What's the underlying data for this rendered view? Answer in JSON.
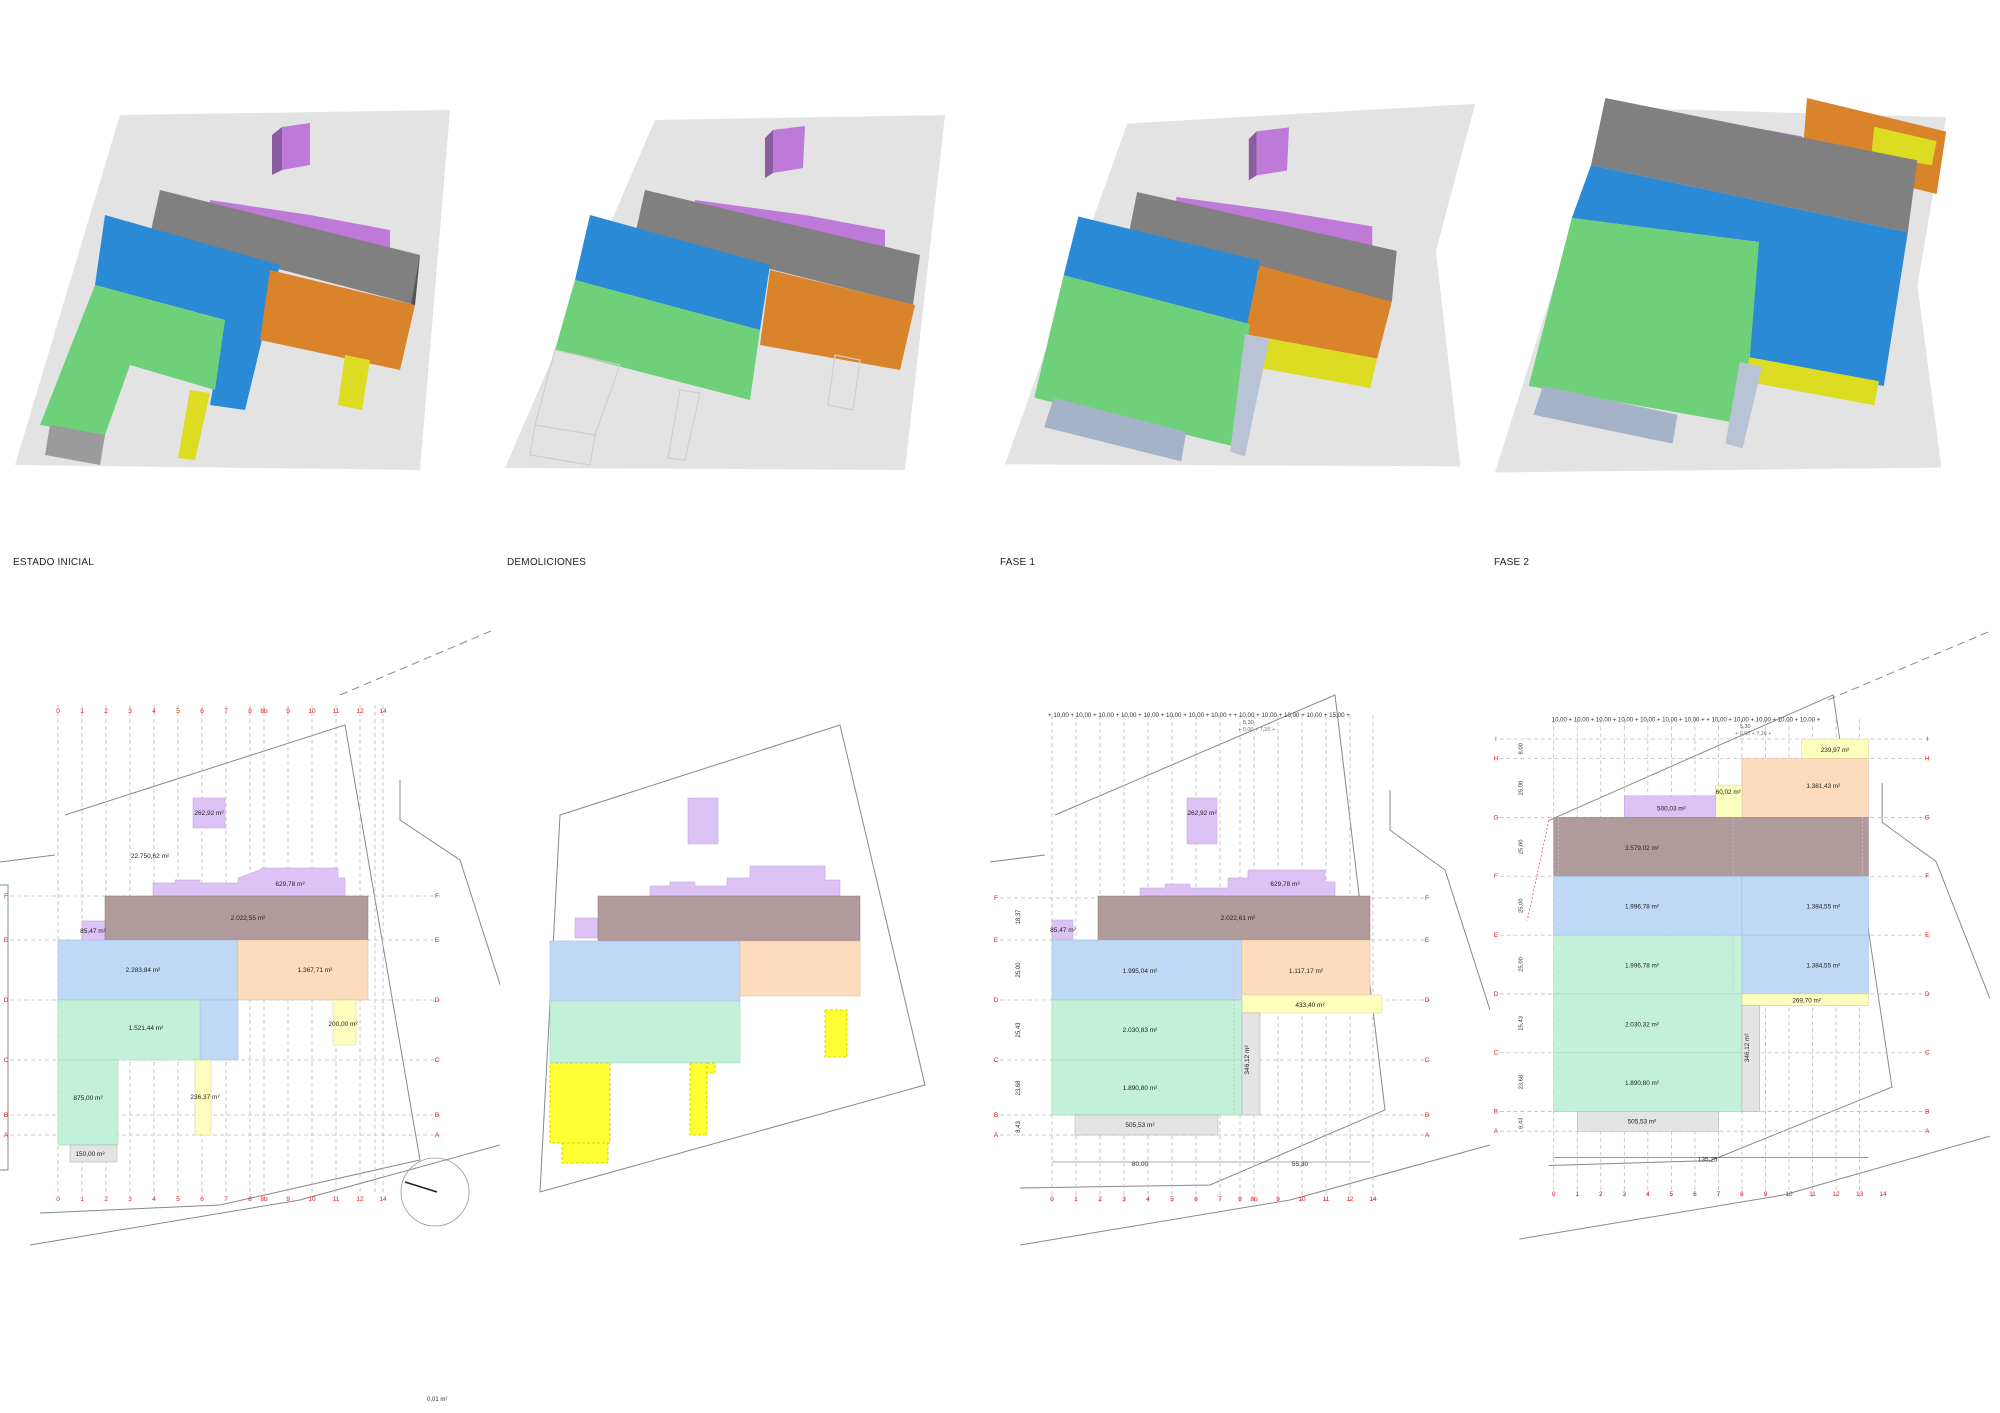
{
  "phases": [
    {
      "label": "ESTADO INICIAL"
    },
    {
      "label": "DEMOLICIONES"
    },
    {
      "label": "FASE 1"
    },
    {
      "label": "FASE 2"
    }
  ],
  "colors": {
    "ground": "#e3e3e3",
    "grey_block": "#808080",
    "blue_block": "#2b8ad6",
    "green_block": "#6fd07a",
    "orange_block": "#d9832a",
    "yellow_block": "#dcdc22",
    "purple_block": "#bd7ad8",
    "plan_brown": "#b19a9b",
    "plan_blue": "#bfd8f6",
    "plan_green": "#c2f0d9",
    "plan_orange": "#fcdcbc",
    "plan_yellow": "#fdfdbd",
    "plan_purple": "#ddc2f5",
    "plan_grey": "#e4e4e4",
    "grid_red": "#e01515",
    "grid_dash": "#b8b8b8"
  },
  "grid_columns": [
    "0",
    "1",
    "2",
    "3",
    "4",
    "5",
    "6",
    "7",
    "8",
    "8b",
    "9",
    "10",
    "11",
    "12",
    "13",
    "14"
  ],
  "grid_rows_p1": [
    "F",
    "E",
    "D",
    "C",
    "B",
    "A"
  ],
  "grid_rows_p4": [
    "I",
    "H",
    "G",
    "F",
    "E",
    "D",
    "C",
    "B",
    "A"
  ],
  "plan1": {
    "site_area": "22.750,62 m²",
    "purple_top": "262,92 m²",
    "purple_right": "629,78 m²",
    "purple_left": "85,47 m²",
    "brown": "2.022,55 m²",
    "blue": "2.283,84 m²",
    "orange": "1.367,71 m²",
    "green": "1.521,44 m²",
    "yellow_right": "200,00 m²",
    "green_low": "875,00 m²",
    "yellow_low": "236,37 m²",
    "grey": "150,00 m²"
  },
  "plan3": {
    "dims_top": "+ 10,00 + 10,00 + 10,00 + 10,00 + 10,00 + 10,00 + 10,00 + 10,00 +    + 10,00 + 10,00 + 10,00 + 10,00 + 15,00 +",
    "dim_small": "5,30",
    "dim_small2": "+ 0,00 + 7,26 +",
    "purple_top": "262,92 m²",
    "purple_right": "629,78 m²",
    "purple_left": "85,47 m²",
    "brown": "2.022,61 m²",
    "blue": "1.995,04 m²",
    "orange": "1.117,17 m²",
    "yellow": "433,40 m²",
    "green": "2.030,83 m²",
    "green_low": "1.890,80 m²",
    "grey_vertical": "346,12 m²",
    "grey_bottom": "505,53 m²",
    "dim_bottom_left": "80,00",
    "dim_bottom_right": "55,30",
    "dims_left": [
      "18,37",
      "25,00",
      "25,43",
      "23,68",
      "8,43"
    ]
  },
  "plan4": {
    "dims_top": "10,00 + 10,00 + 10,00 + 10,00 + 10,00 + 10,00 + 10,00 +    + 10,00 + 10,00 + 10,00 + 10,00 + 10,00 +",
    "dim_small": "5,30",
    "dim_small2": "+ 0,00 + 7,26 +",
    "yellow_top": "239,97 m²",
    "orange": "1.381,43 m²",
    "yellow_small": "60,02 m²",
    "purple": "500,03 m²",
    "brown": "3.579,02 m²",
    "blue_left": "1.996,78 m²",
    "blue_right": "1.384,55 m²",
    "green_top": "1.996,78 m²",
    "blue_right2": "1.384,55 m²",
    "yellow_strip": "269,70 m²",
    "green": "2.030,32 m²",
    "grey_vertical": "346,12 m²",
    "green_low": "1.890,80 m²",
    "grey_bottom": "505,53 m²",
    "dim_bottom": "135,25",
    "dims_left": [
      "8,00",
      "25,00",
      "25,00",
      "25,00",
      "25,00",
      "25,43",
      "23,68",
      "8,43"
    ]
  },
  "scale_note": "0,01 m²"
}
